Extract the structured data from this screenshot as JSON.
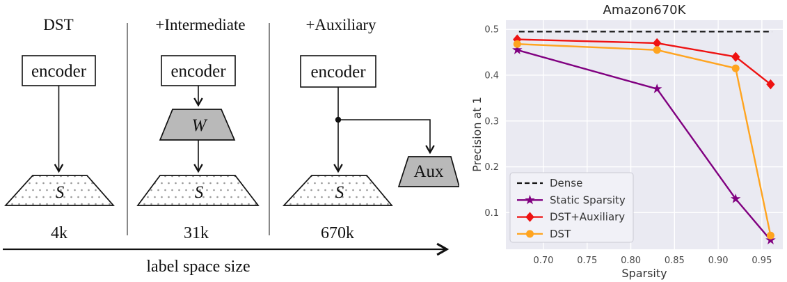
{
  "figure": {
    "background": "#ffffff"
  },
  "diagram": {
    "encoder_label": "encoder",
    "sparse_symbol": "S",
    "axis_label": "label space size",
    "gray_fill": "#b9b9b9",
    "dot_color": "#999999",
    "sections": [
      {
        "title": "DST",
        "size_label": "4k"
      },
      {
        "title": "+Intermediate",
        "size_label": "31k",
        "intermediate_symbol": "W"
      },
      {
        "title": "+Auxiliary",
        "size_label": "670k",
        "aux_label": "Aux"
      }
    ]
  },
  "chart_data": {
    "type": "line",
    "title": "Amazon670K",
    "xlabel": "Sparsity",
    "ylabel": "Precision at 1",
    "background": "#eaeaf2",
    "grid": true,
    "grid_color": "#ffffff",
    "legend_position": "lower left",
    "xlim": [
      0.657,
      0.974
    ],
    "ylim": [
      0.02,
      0.52
    ],
    "xticks": [
      0.7,
      0.75,
      0.8,
      0.85,
      0.9,
      0.95
    ],
    "xtick_labels": [
      "0.70",
      "0.75",
      "0.80",
      "0.85",
      "0.90",
      "0.95"
    ],
    "yticks": [
      0.1,
      0.2,
      0.3,
      0.4,
      0.5
    ],
    "ytick_labels": [
      "0.1",
      "0.2",
      "0.3",
      "0.4",
      "0.5"
    ],
    "baseline": {
      "name": "Dense",
      "value": 0.495,
      "color": "#111111",
      "style": "dashed",
      "x_range": [
        0.672,
        0.962
      ]
    },
    "x": [
      0.67,
      0.83,
      0.92,
      0.96
    ],
    "series": [
      {
        "name": "Static Sparsity",
        "color": "#800080",
        "marker": "star",
        "values": [
          0.455,
          0.37,
          0.13,
          0.04
        ]
      },
      {
        "name": "DST+Auxiliary",
        "color": "#ee1212",
        "marker": "diamond",
        "values": [
          0.478,
          0.47,
          0.44,
          0.38
        ]
      },
      {
        "name": "DST",
        "color": "#ffa41f",
        "marker": "circle",
        "values": [
          0.468,
          0.455,
          0.415,
          0.05
        ]
      }
    ]
  }
}
